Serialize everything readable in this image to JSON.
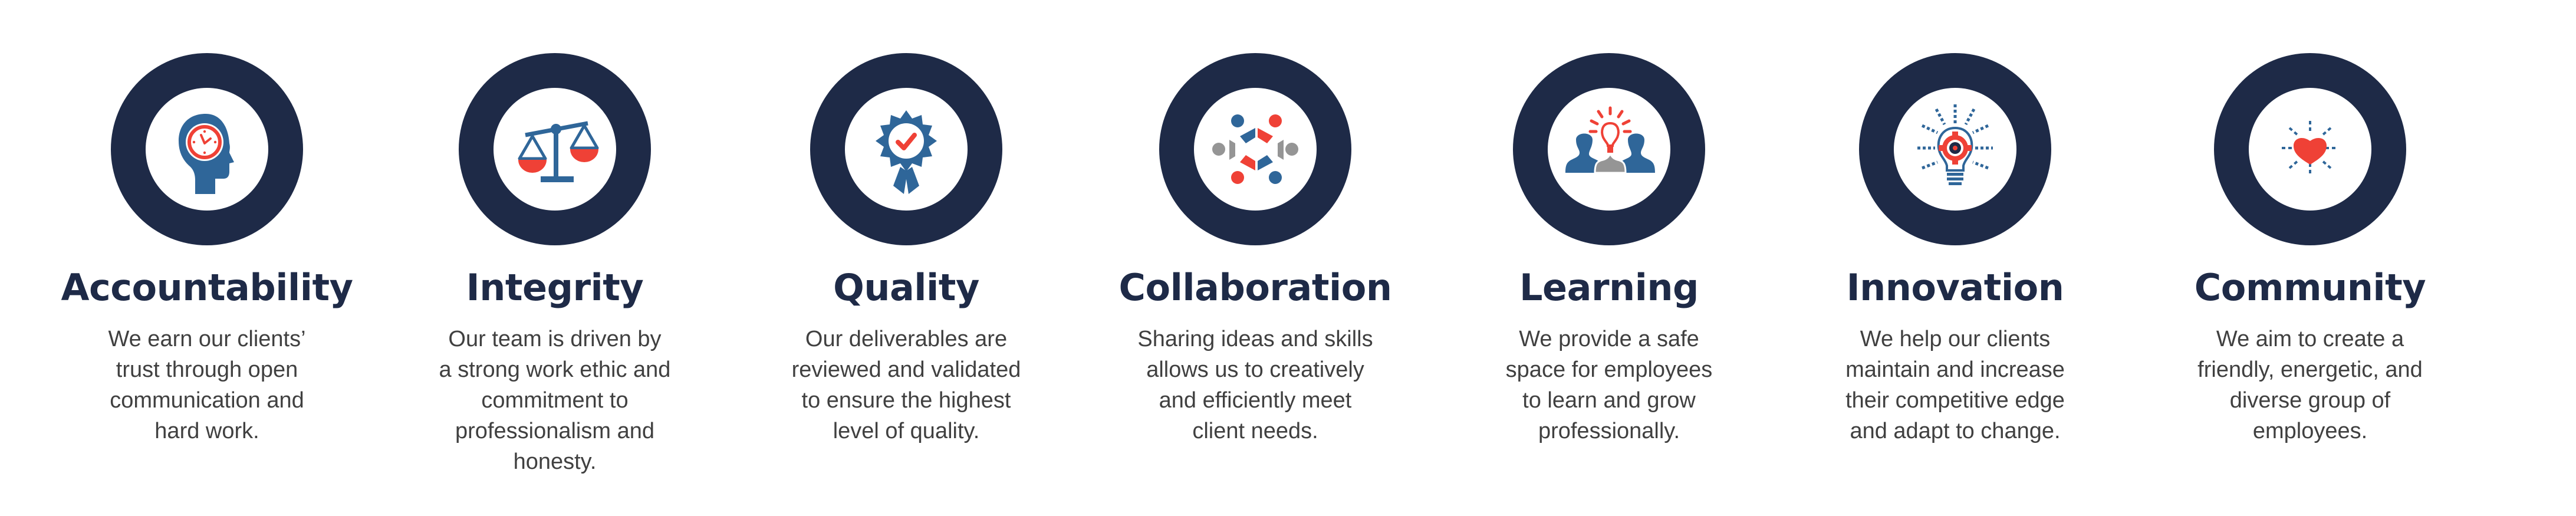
{
  "colors": {
    "ring": "#1e2a47",
    "title": "#1e2a47",
    "body_text": "#404040",
    "icon_blue": "#2f6699",
    "icon_red": "#ef4136",
    "icon_gray": "#959595"
  },
  "values": [
    {
      "title": "Accountability",
      "icon": "head-clock-icon",
      "lines": [
        "We earn our clients’",
        "trust through open",
        "communication and",
        "hard work."
      ]
    },
    {
      "title": "Integrity",
      "icon": "balance-scale-icon",
      "lines": [
        "Our team is driven by",
        "a strong work ethic and",
        "commitment to",
        "professionalism and",
        "honesty."
      ]
    },
    {
      "title": "Quality",
      "icon": "award-ribbon-check-icon",
      "lines": [
        "Our deliverables are",
        "reviewed and validated",
        "to ensure the highest",
        "level of quality."
      ]
    },
    {
      "title": "Collaboration",
      "icon": "team-circle-icon",
      "lines": [
        "Sharing ideas and skills",
        "allows us to creatively",
        "and efficiently meet",
        "client needs."
      ]
    },
    {
      "title": "Learning",
      "icon": "people-lightbulb-icon",
      "lines": [
        "We provide a safe",
        "space for employees",
        "to learn and grow",
        "professionally."
      ]
    },
    {
      "title": "Innovation",
      "icon": "lightbulb-gear-icon",
      "lines": [
        "We help our clients",
        "maintain and increase",
        "their competitive edge",
        "and adapt to change."
      ]
    },
    {
      "title": "Community",
      "icon": "radiant-heart-icon",
      "lines": [
        "We aim to create a",
        "friendly, energetic, and",
        "diverse group of",
        "employees."
      ]
    }
  ]
}
